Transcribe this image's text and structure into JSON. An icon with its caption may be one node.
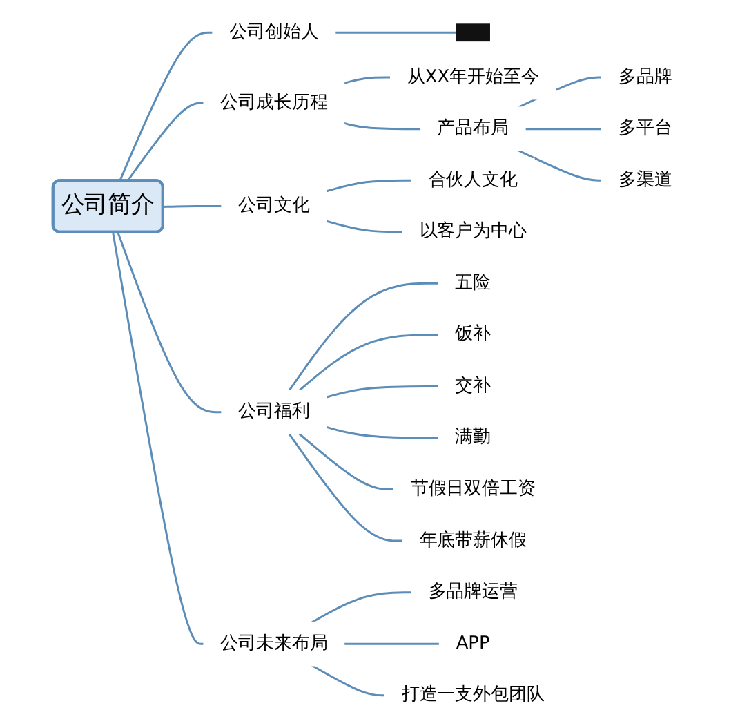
{
  "diagram": {
    "nodes": [
      {
        "text": [
          "公司简介"
        ]
      },
      {
        "text": [
          "公司创始人"
        ]
      },
      {
        "text": [],
        "shape": "bar"
      },
      {
        "text": [
          "公司成长历程"
        ]
      },
      {
        "text": [
          "从XX年开始至今"
        ]
      },
      {
        "text": [
          "产品布局"
        ]
      },
      {
        "text": [
          "多品牌"
        ]
      },
      {
        "text": [
          "多平台"
        ]
      },
      {
        "text": [
          "多渠道"
        ]
      },
      {
        "text": [
          "公司文化"
        ]
      },
      {
        "text": [
          "合伙人文化"
        ]
      },
      {
        "text": [
          "以客户为中心"
        ]
      },
      {
        "text": [
          "公司福利"
        ]
      },
      {
        "text": [
          "五险"
        ]
      },
      {
        "text": [
          "饭补"
        ]
      },
      {
        "text": [
          "交补"
        ]
      },
      {
        "text": [
          "满勤"
        ]
      },
      {
        "text": [
          "节假日双倍工资"
        ]
      },
      {
        "text": [
          "年底带薪休假"
        ]
      },
      {
        "text": [
          "公司未来布局"
        ]
      },
      {
        "text": [
          "多品牌运营"
        ]
      },
      {
        "text": [
          "APP"
        ]
      },
      {
        "text": [
          "打造一支外包团队"
        ]
      }
    ],
    "edges": [
      {
        "from": 0,
        "to": 1,
        "arrow": "none"
      },
      {
        "from": 1,
        "to": 2,
        "arrow": "none"
      },
      {
        "from": 0,
        "to": 3,
        "arrow": "none"
      },
      {
        "from": 3,
        "to": 4,
        "arrow": "none"
      },
      {
        "from": 3,
        "to": 5,
        "arrow": "none"
      },
      {
        "from": 5,
        "to": 6,
        "arrow": "none"
      },
      {
        "from": 5,
        "to": 7,
        "arrow": "none"
      },
      {
        "from": 5,
        "to": 8,
        "arrow": "none"
      },
      {
        "from": 0,
        "to": 9,
        "arrow": "none"
      },
      {
        "from": 9,
        "to": 10,
        "arrow": "none"
      },
      {
        "from": 9,
        "to": 11,
        "arrow": "none"
      },
      {
        "from": 0,
        "to": 12,
        "arrow": "none"
      },
      {
        "from": 12,
        "to": 13,
        "arrow": "none"
      },
      {
        "from": 12,
        "to": 14,
        "arrow": "none"
      },
      {
        "from": 12,
        "to": 15,
        "arrow": "none"
      },
      {
        "from": 12,
        "to": 16,
        "arrow": "none"
      },
      {
        "from": 12,
        "to": 17,
        "arrow": "none"
      },
      {
        "from": 12,
        "to": 18,
        "arrow": "none"
      },
      {
        "from": 0,
        "to": 19,
        "arrow": "none"
      },
      {
        "from": 19,
        "to": 20,
        "arrow": "none"
      },
      {
        "from": 19,
        "to": 21,
        "arrow": "none"
      },
      {
        "from": 19,
        "to": 22,
        "arrow": "none"
      }
    ]
  }
}
